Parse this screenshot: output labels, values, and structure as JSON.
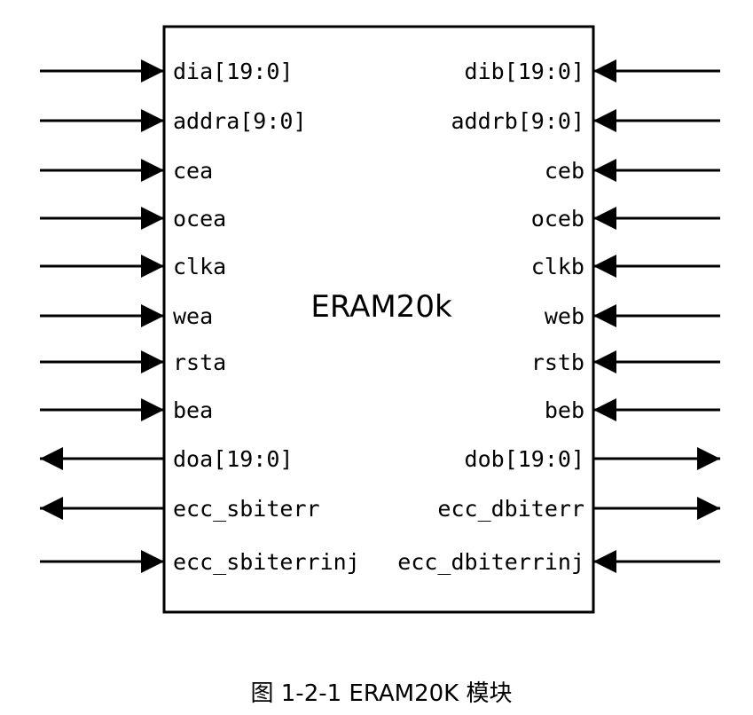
{
  "block": {
    "name": "ERAM20k"
  },
  "caption": "图 1-2-1 ERAM20K 模块",
  "left_ports": [
    {
      "label": "dia[19:0]",
      "direction": "in"
    },
    {
      "label": "addra[9:0]",
      "direction": "in"
    },
    {
      "label": "cea",
      "direction": "in"
    },
    {
      "label": "ocea",
      "direction": "in"
    },
    {
      "label": "clka",
      "direction": "in"
    },
    {
      "label": "wea",
      "direction": "in"
    },
    {
      "label": "rsta",
      "direction": "in"
    },
    {
      "label": "bea",
      "direction": "in"
    },
    {
      "label": "doa[19:0]",
      "direction": "out"
    },
    {
      "label": "ecc_sbiterr",
      "direction": "out"
    },
    {
      "label": "ecc_sbiterrinj",
      "direction": "in"
    }
  ],
  "right_ports": [
    {
      "label": "dib[19:0]",
      "direction": "in"
    },
    {
      "label": "addrb[9:0]",
      "direction": "in"
    },
    {
      "label": "ceb",
      "direction": "in"
    },
    {
      "label": "oceb",
      "direction": "in"
    },
    {
      "label": "clkb",
      "direction": "in"
    },
    {
      "label": "web",
      "direction": "in"
    },
    {
      "label": "rstb",
      "direction": "in"
    },
    {
      "label": "beb",
      "direction": "in"
    },
    {
      "label": "dob[19:0]",
      "direction": "out"
    },
    {
      "label": "ecc_dbiterr",
      "direction": "out"
    },
    {
      "label": "ecc_dbiterrinj",
      "direction": "in"
    }
  ]
}
